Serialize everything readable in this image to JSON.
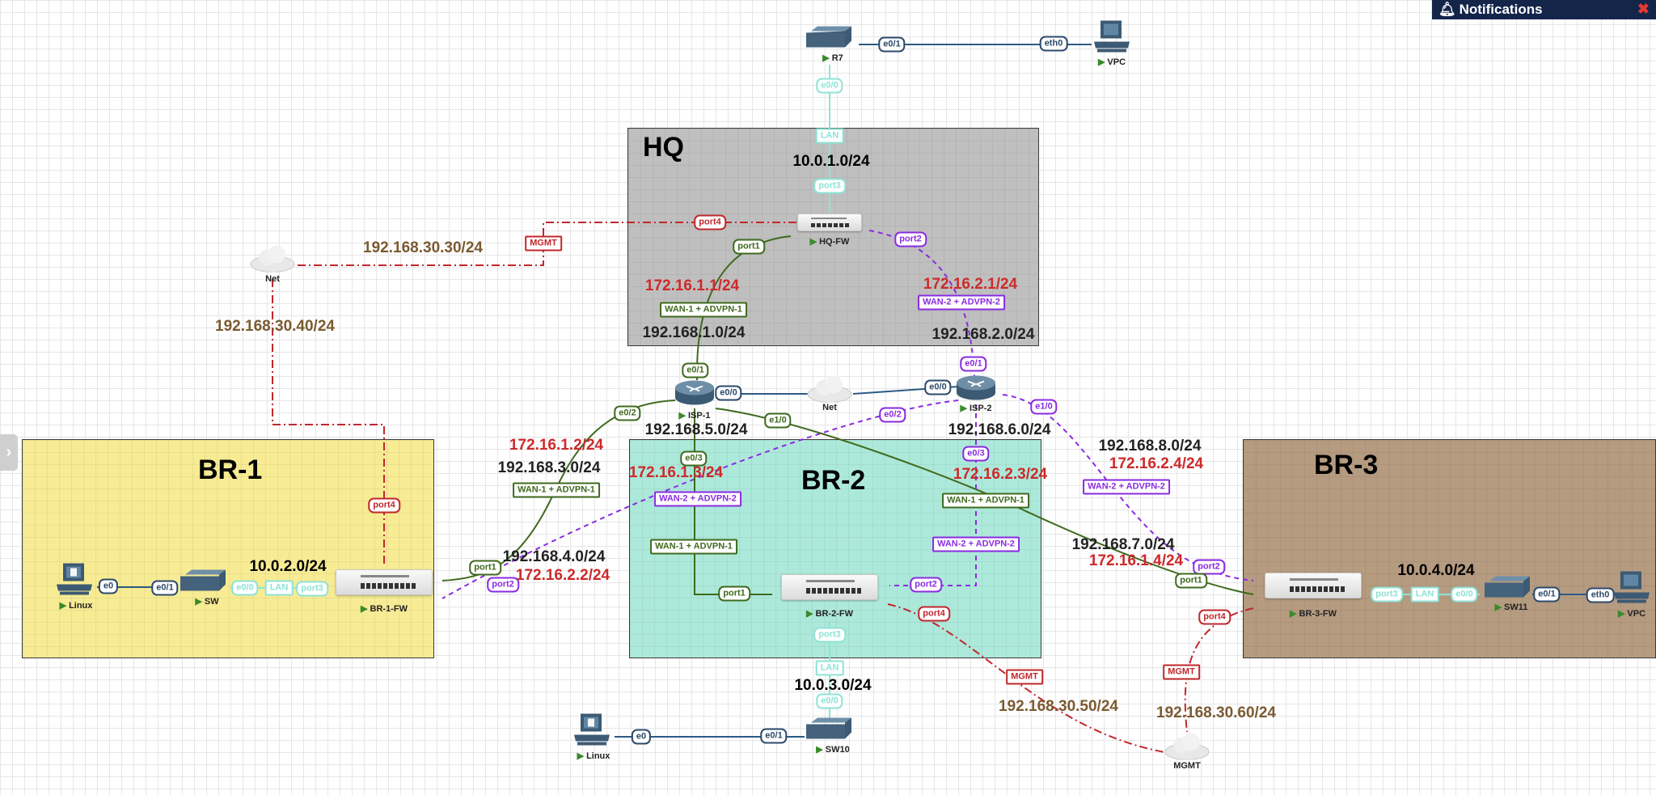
{
  "notifications": {
    "title": "Notifications",
    "icon": "bell-icon",
    "close_icon": "close-icon"
  },
  "sidebar_toggle": {
    "icon": "chevron-right-icon"
  },
  "zones": {
    "hq": {
      "title": "HQ",
      "color": "#bfbfbf"
    },
    "br1": {
      "title": "BR-1",
      "color": "#f7eb94"
    },
    "br2": {
      "title": "BR-2",
      "color": "#ade9da"
    },
    "br3": {
      "title": "BR-3",
      "color": "#b59b80"
    }
  },
  "nodes": {
    "r7": "R7",
    "vpc_top": "VPC",
    "hq_fw": "HQ-FW",
    "net_left": "Net",
    "isp1": "ISP-1",
    "isp2": "ISP-2",
    "net_mid": "Net",
    "br1_fw": "BR-1-FW",
    "br1_linux": "Linux",
    "br1_sw": "SW",
    "br2_fw": "BR-2-FW",
    "sw10": "SW10",
    "br2_linux": "Linux",
    "br3_fw": "BR-3-FW",
    "sw11": "SW11",
    "br3_vpc": "VPC",
    "mgmt_cloud": "MGMT"
  },
  "interfaces": {
    "r7_e01": "e0/1",
    "vpc_eth0": "eth0",
    "r7_e00": "e0/0",
    "hq_lan": "LAN",
    "hq_port3": "port3",
    "hq_port4": "port4",
    "hq_port1": "port1",
    "hq_port2": "port2",
    "hq_mgmt": "MGMT",
    "isp1_e01": "e0/1",
    "isp1_e00": "e0/0",
    "isp1_e02": "e0/2",
    "isp1_e10": "e1/0",
    "isp1_e03": "e0/3",
    "isp2_e01": "e0/1",
    "isp2_e00": "e0/0",
    "isp2_e02": "e0/2",
    "isp2_e10": "e1/0",
    "isp2_e03": "e0/3",
    "br1_port4": "port4",
    "br1_port1": "port1",
    "br1_port2": "port2",
    "br1_e0": "e0",
    "br1_sw_e01": "e0/1",
    "br1_sw_e00": "e0/0",
    "br1_lan": "LAN",
    "br1_port3": "port3",
    "br2_port1": "port1",
    "br2_port2": "port2",
    "br2_port4": "port4",
    "br2_port3": "port3",
    "br2_lan": "LAN",
    "sw10_e00": "e0/0",
    "sw10_e01": "e0/1",
    "br2_linux_e0": "e0",
    "br2_mgmt": "MGMT",
    "br3_port2": "port2",
    "br3_port1": "port1",
    "br3_port4": "port4",
    "br3_port3": "port3",
    "br3_lan": "LAN",
    "sw11_e00": "e0/0",
    "sw11_e01": "e0/1",
    "br3_vpc_eth0": "eth0",
    "br3_mgmt": "MGMT"
  },
  "tunnels": {
    "hq_wan1": "WAN-1 + ADVPN-1",
    "hq_wan2": "WAN-2 + ADVPN-2",
    "br1_wan1": "WAN-1 + ADVPN-1",
    "br2_wan2_left": "WAN-2 + ADVPN-2",
    "br2_wan1_left": "WAN-1 + ADVPN-1",
    "br2_wan1_right": "WAN-1 + ADVPN-1",
    "br2_wan2_right": "WAN-2 + ADVPN-2",
    "br3_wan2": "WAN-2 + ADVPN-2"
  },
  "networks": {
    "hq_lan": "10.0.1.0/24",
    "hq_wan1_ip": "172.16.1.1/24",
    "hq_wan2_ip": "172.16.2.1/24",
    "hq_wan1_net": "192.168.1.0/24",
    "hq_wan2_net": "192.168.2.0/24",
    "mgmt_hq": "192.168.30.30/24",
    "mgmt_br1": "192.168.30.40/24",
    "isp1_net": "192.168.5.0/24",
    "isp2_net": "192.168.6.0/24",
    "br1_wan1_ip": "172.16.1.2/24",
    "br1_wan1_net": "192.168.3.0/24",
    "br1_wan2_net": "192.168.4.0/24",
    "br1_wan2_ip": "172.16.2.2/24",
    "br1_lan": "10.0.2.0/24",
    "br2_wan1_ip": "172.16.1.3/24",
    "br2_wan2_ip": "172.16.2.3/24",
    "br2_lan": "10.0.3.0/24",
    "br3_wan2_net": "192.168.8.0/24",
    "br3_wan2_ip": "172.16.2.4/24",
    "br3_wan1_net": "192.168.7.0/24",
    "br3_wan1_ip": "172.16.1.4/24",
    "br3_lan": "10.0.4.0/24",
    "mgmt_br2": "192.168.30.50/24",
    "mgmt_br3": "192.168.30.60/24"
  },
  "colors": {
    "wan1": "#3f6a1e",
    "wan2": "#8a2be2",
    "mgmt": "#c0272d",
    "lan": "#8ee3d6",
    "link": "#2c5a85"
  }
}
